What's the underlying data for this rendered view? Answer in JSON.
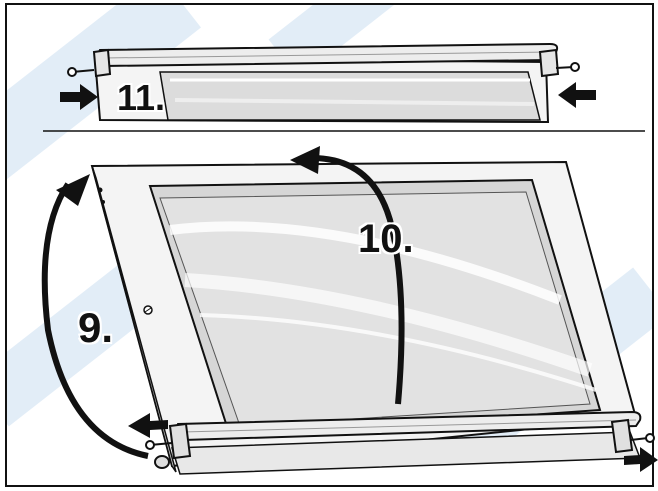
{
  "steps": [
    {
      "id": "step-11",
      "label": "11."
    },
    {
      "id": "step-10",
      "label": "10."
    },
    {
      "id": "step-9",
      "label": "9."
    }
  ],
  "colors": {
    "outline": "#111111",
    "frame_fill": "#f2f2f2",
    "glass_fill": "#d9d9d9",
    "glass_highlight": "#ffffff",
    "watermark": "#96bee1"
  },
  "icons": [
    "screw-icon",
    "push-arrow-icon",
    "rotate-arrow-icon"
  ]
}
